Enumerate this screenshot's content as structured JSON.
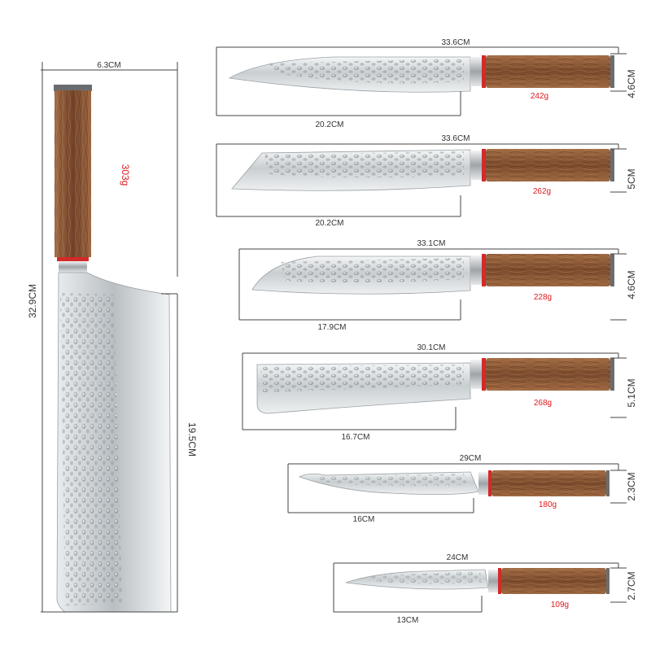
{
  "colors": {
    "weight_text": "#e0191e",
    "dimension_text": "#333333",
    "wood": "#8a5a3a",
    "blade": "#cfd3d6",
    "bolster_ring": "#d32a2a"
  },
  "cleaver": {
    "width_label": "6.3CM",
    "length_label": "32.9CM",
    "blade_label": "19.5CM",
    "weight_label": "303g"
  },
  "knives": [
    {
      "length_label": "33.6CM",
      "blade_label": "20.2CM",
      "height_label": "4.6CM",
      "weight_label": "242g"
    },
    {
      "length_label": "33.6CM",
      "blade_label": "20.2CM",
      "height_label": "5CM",
      "weight_label": "262g"
    },
    {
      "length_label": "33.1CM",
      "blade_label": "17.9CM",
      "height_label": "4.6CM",
      "weight_label": "228g"
    },
    {
      "length_label": "30.1CM",
      "blade_label": "16.7CM",
      "height_label": "5.1CM",
      "weight_label": "268g"
    },
    {
      "length_label": "29CM",
      "blade_label": "16CM",
      "height_label": "2.3CM",
      "weight_label": "180g"
    },
    {
      "length_label": "24CM",
      "blade_label": "13CM",
      "height_label": "2.7CM",
      "weight_label": "109g"
    }
  ]
}
